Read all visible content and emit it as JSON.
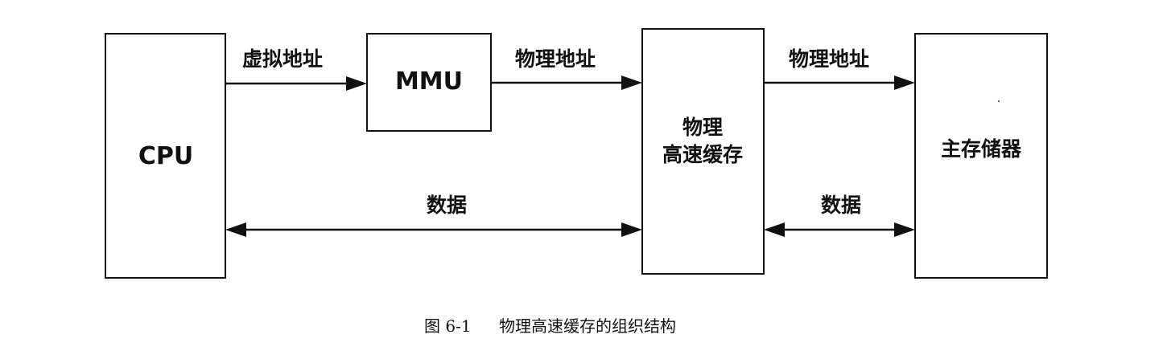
{
  "diagram": {
    "nodes": {
      "cpu": "CPU",
      "mmu": "MMU",
      "cache_line1": "物理",
      "cache_line2": "高速缓存",
      "memory": "主存储器"
    },
    "edges": {
      "cpu_to_mmu": "虚拟地址",
      "mmu_to_cache": "物理地址",
      "cache_to_memory": "物理地址",
      "cpu_cache_data": "数据",
      "cache_memory_data": "数据"
    },
    "caption": {
      "number": "图 6-1",
      "text": "物理高速缓存的组织结构"
    }
  }
}
